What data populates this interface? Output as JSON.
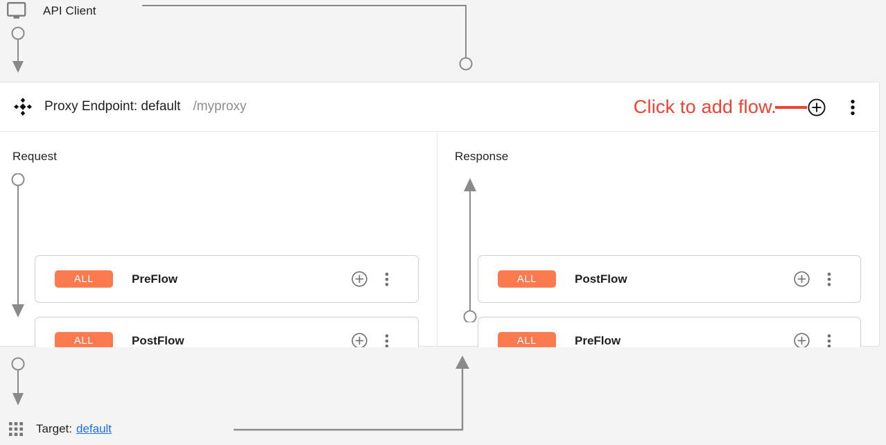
{
  "top": {
    "client_label": "API Client",
    "client_icon": "monitor-icon"
  },
  "panel": {
    "header": {
      "drag_icon": "move-handle-icon",
      "title": "Proxy Endpoint: default",
      "path": "/myproxy",
      "annotation": "Click to add flow.",
      "annotation_color": "#ef4033",
      "add_flow_icon": "plus-circle-icon",
      "menu_icon": "kebab-menu-icon"
    },
    "request": {
      "title": "Request",
      "direction": "down",
      "flows": [
        {
          "badge": "ALL",
          "name": "PreFlow",
          "add_icon": "plus-circle-icon",
          "menu_icon": "kebab-menu-icon"
        },
        {
          "badge": "ALL",
          "name": "PostFlow",
          "add_icon": "plus-circle-icon",
          "menu_icon": "kebab-menu-icon"
        }
      ]
    },
    "response": {
      "title": "Response",
      "direction": "up",
      "flows": [
        {
          "badge": "ALL",
          "name": "PostFlow",
          "add_icon": "plus-circle-icon",
          "menu_icon": "kebab-menu-icon"
        },
        {
          "badge": "ALL",
          "name": "PreFlow",
          "add_icon": "plus-circle-icon",
          "menu_icon": "kebab-menu-icon"
        }
      ]
    }
  },
  "bottom": {
    "grid_icon": "grid-dots-icon",
    "target_label": "Target:",
    "target_value": "default"
  },
  "colors": {
    "badge_orange": "#fb7a50",
    "annotation_red": "#ef4033",
    "link_blue": "#1a6fe8",
    "connector_gray": "#8a8a8a",
    "page_bg": "#f4f4f4"
  }
}
